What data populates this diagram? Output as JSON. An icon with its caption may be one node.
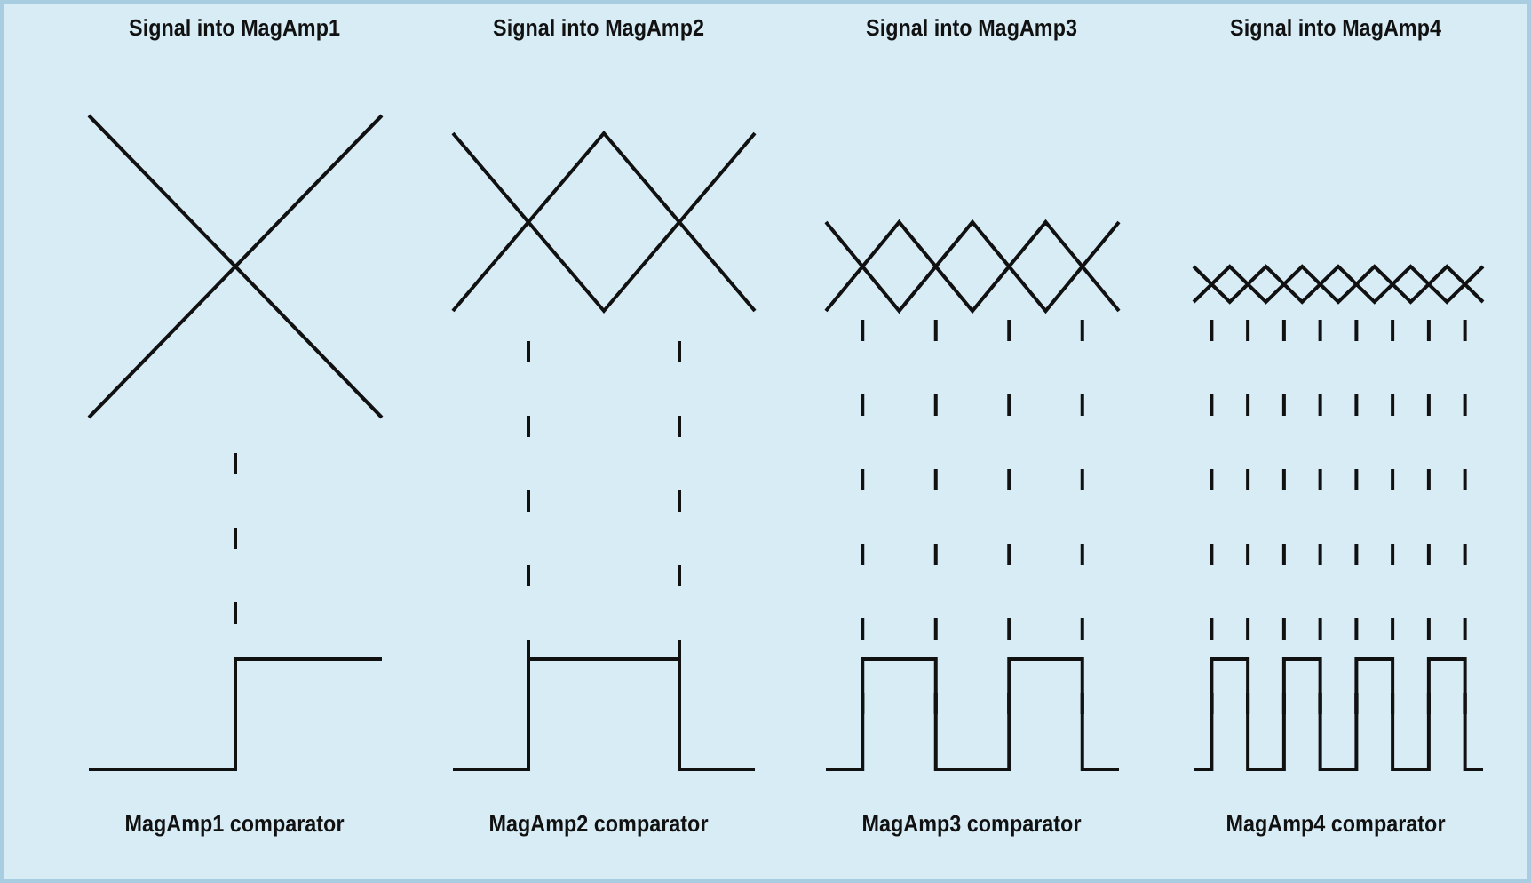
{
  "diagram": {
    "labels": [
      "Signal into MagAmp1",
      "Signal into MagAmp2",
      "Signal into MagAmp3",
      "Signal into MagAmp4",
      "MagAmp1 comparator",
      "MagAmp2 comparator",
      "MagAmp3 comparator",
      "MagAmp4 comparator"
    ]
  }
}
